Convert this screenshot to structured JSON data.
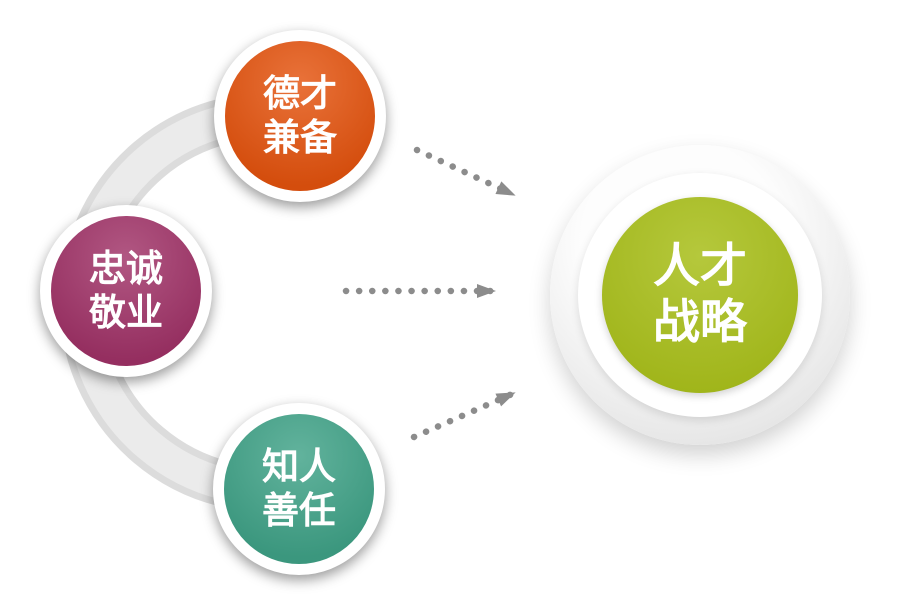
{
  "diagram": {
    "factors": [
      {
        "name": "virtue-and-talent",
        "line1": "德才",
        "line2": "兼备",
        "color": "#e4530e"
      },
      {
        "name": "loyalty-and-dedication",
        "line1": "忠诚",
        "line2": "敬业",
        "color": "#a03267"
      },
      {
        "name": "know-people-assign-well",
        "line1": "知人",
        "line2": "善任",
        "color": "#3fa287"
      }
    ],
    "target": {
      "name": "talent-strategy",
      "line1": "人才",
      "line2": "战略",
      "color": "#a9bf1c"
    },
    "arrow_color": "#8c8c8c",
    "arc_color": "#ebebeb"
  }
}
